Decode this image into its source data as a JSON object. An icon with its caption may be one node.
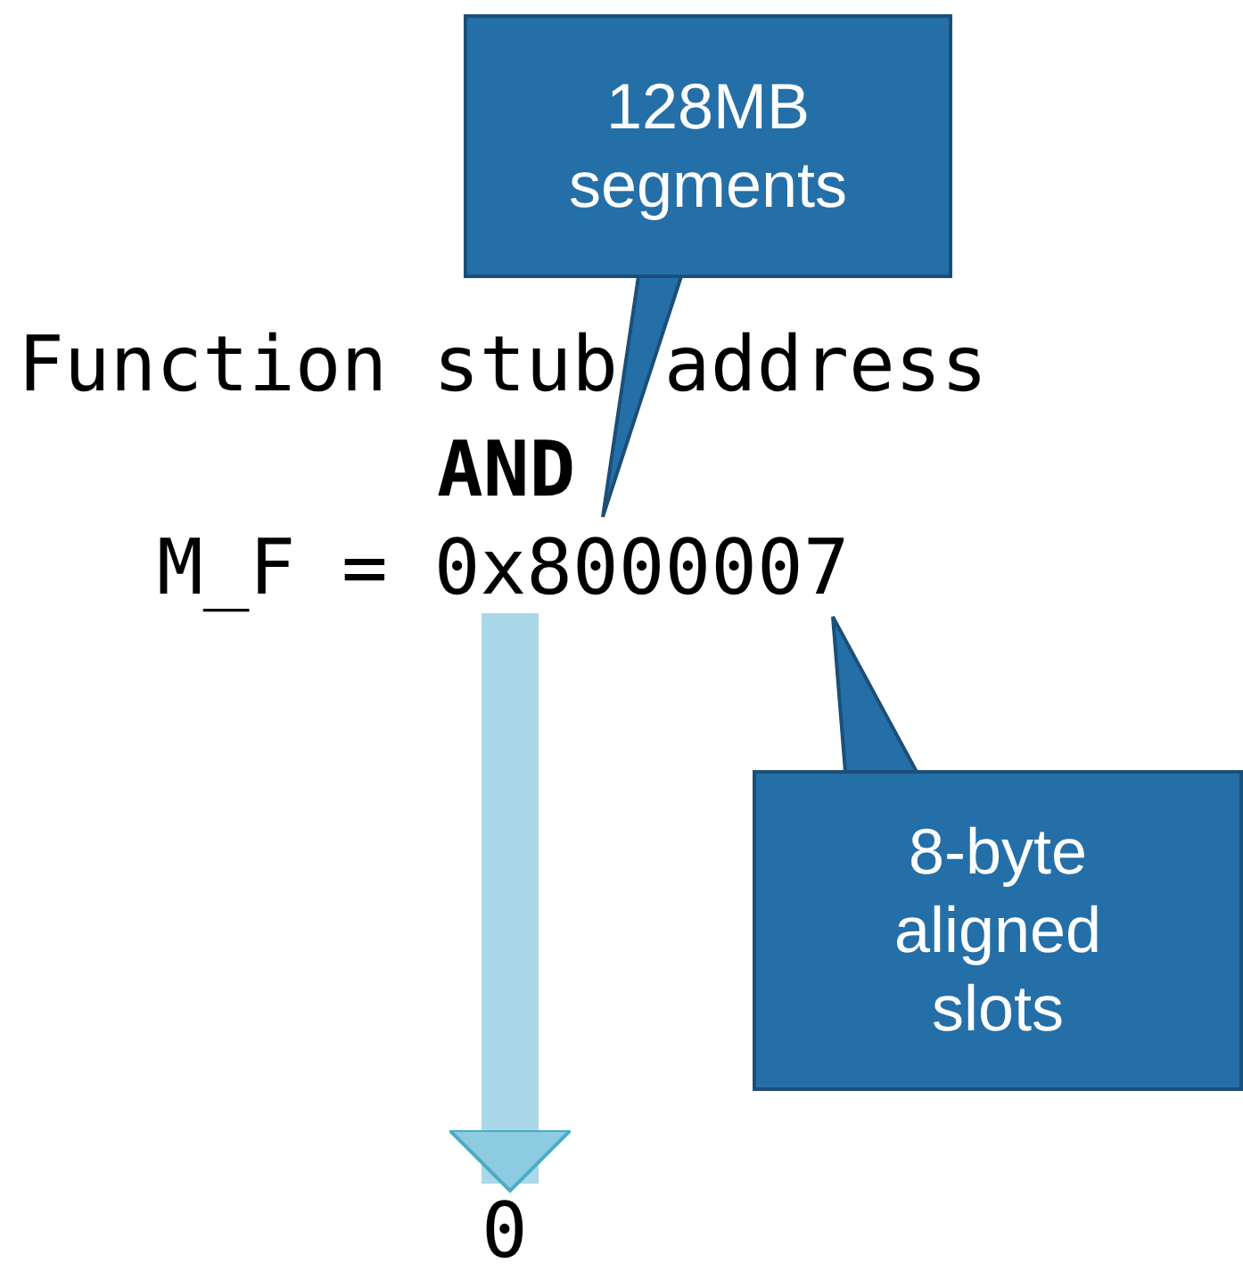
{
  "diagram": {
    "nodes": [
      {
        "text": [
          "Function stub address"
        ]
      },
      {
        "text": [
          "AND"
        ]
      },
      {
        "text": [
          "M_F = 0x8000007"
        ]
      },
      {
        "text": [
          "0"
        ]
      },
      {
        "text": [
          "128MB segments"
        ]
      },
      {
        "text": [
          "8-byte aligned slots"
        ]
      }
    ],
    "edges": [
      {
        "from": 2,
        "to": 3,
        "arrow": "to"
      },
      {
        "from": 4,
        "to": 2,
        "arrow": "to"
      },
      {
        "from": 5,
        "to": 2,
        "arrow": "to"
      }
    ]
  }
}
